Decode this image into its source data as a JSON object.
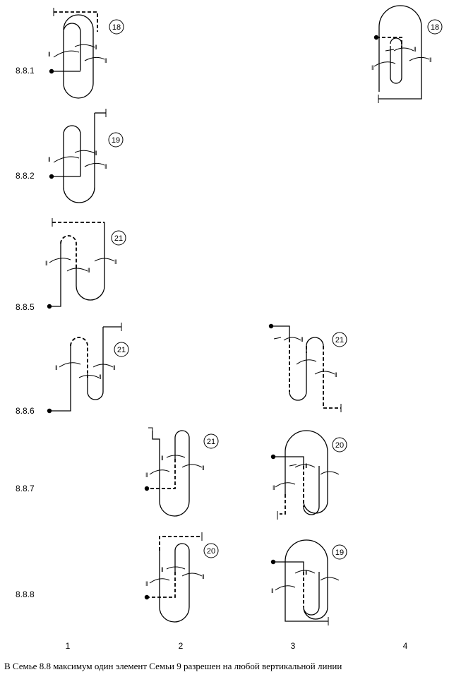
{
  "row_labels": {
    "r1": "8.8.1",
    "r2": "8.8.2",
    "r5": "8.8.5",
    "r6": "8.8.6",
    "r7": "8.8.7",
    "r8": "8.8.8"
  },
  "column_labels": [
    "1",
    "2",
    "3",
    "4"
  ],
  "figure_numbers": {
    "r1_c1": "18",
    "r1_c4": "18",
    "r2_c1": "19",
    "r5_c1": "21",
    "r6_c1": "21",
    "r6_c3": "21",
    "r7_c2": "21",
    "r7_c3": "20",
    "r8_c2": "20",
    "r8_c3": "19"
  },
  "caption": "В Семье 8.8 максимум один элемент Семьи 9 разрешен на любой вертикальной линии"
}
